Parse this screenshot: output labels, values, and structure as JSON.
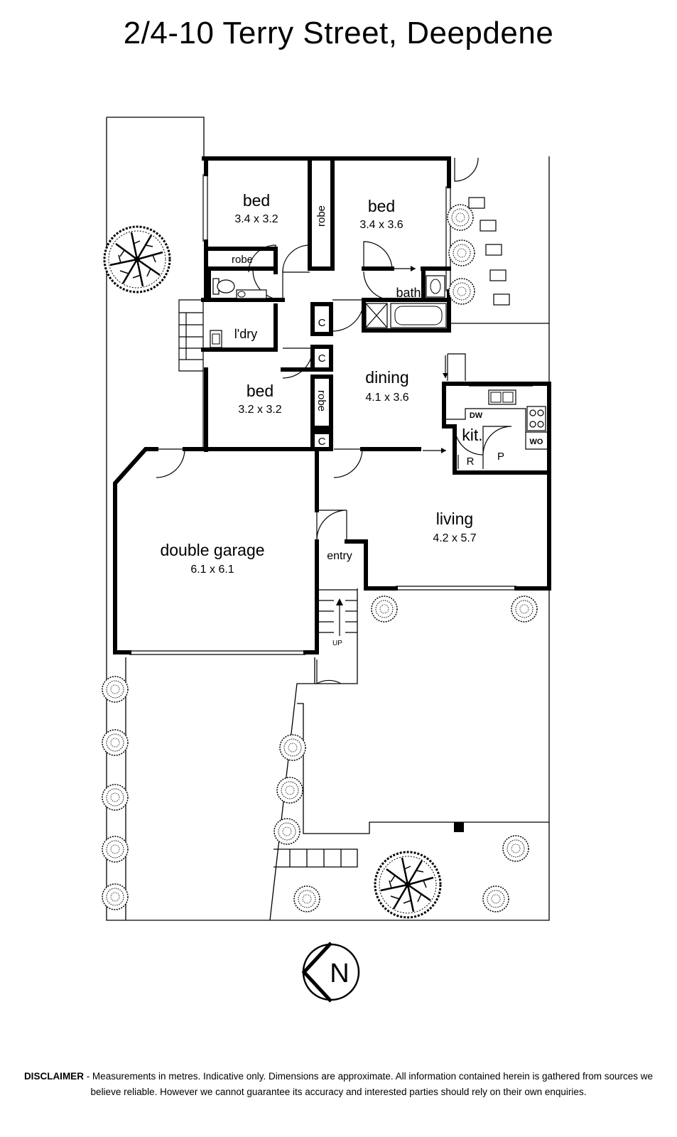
{
  "title": "2/4-10 Terry Street, Deepdene",
  "rooms": {
    "bed1": {
      "name": "bed",
      "dims": "3.4 x 3.2"
    },
    "bed2": {
      "name": "bed",
      "dims": "3.4 x 3.6"
    },
    "bed3": {
      "name": "bed",
      "dims": "3.2 x 3.2"
    },
    "dining": {
      "name": "dining",
      "dims": "4.1 x 3.6"
    },
    "living": {
      "name": "living",
      "dims": "4.2 x 5.7"
    },
    "garage": {
      "name": "double garage",
      "dims": "6.1 x 6.1"
    },
    "kitchen": {
      "name": "kit."
    },
    "bath": {
      "name": "bath"
    },
    "laundry": {
      "name": "l'dry"
    },
    "entry": {
      "name": "entry"
    }
  },
  "labels": {
    "robe_h": "robe",
    "robe_v1": "robe",
    "robe_v2": "robe",
    "c1": "C",
    "c2": "C",
    "c3": "C",
    "dw": "DW",
    "wo": "WO",
    "r": "R",
    "p": "P",
    "up": "UP",
    "north": "N"
  },
  "disclaimer": {
    "heading": "DISCLAIMER",
    "text": " - Measurements in metres. Indicative only. Dimensions are approximate. All information contained herein is gathered from sources we believe reliable. However we cannot guarantee its accuracy and interested parties should rely on their own enquiries."
  }
}
